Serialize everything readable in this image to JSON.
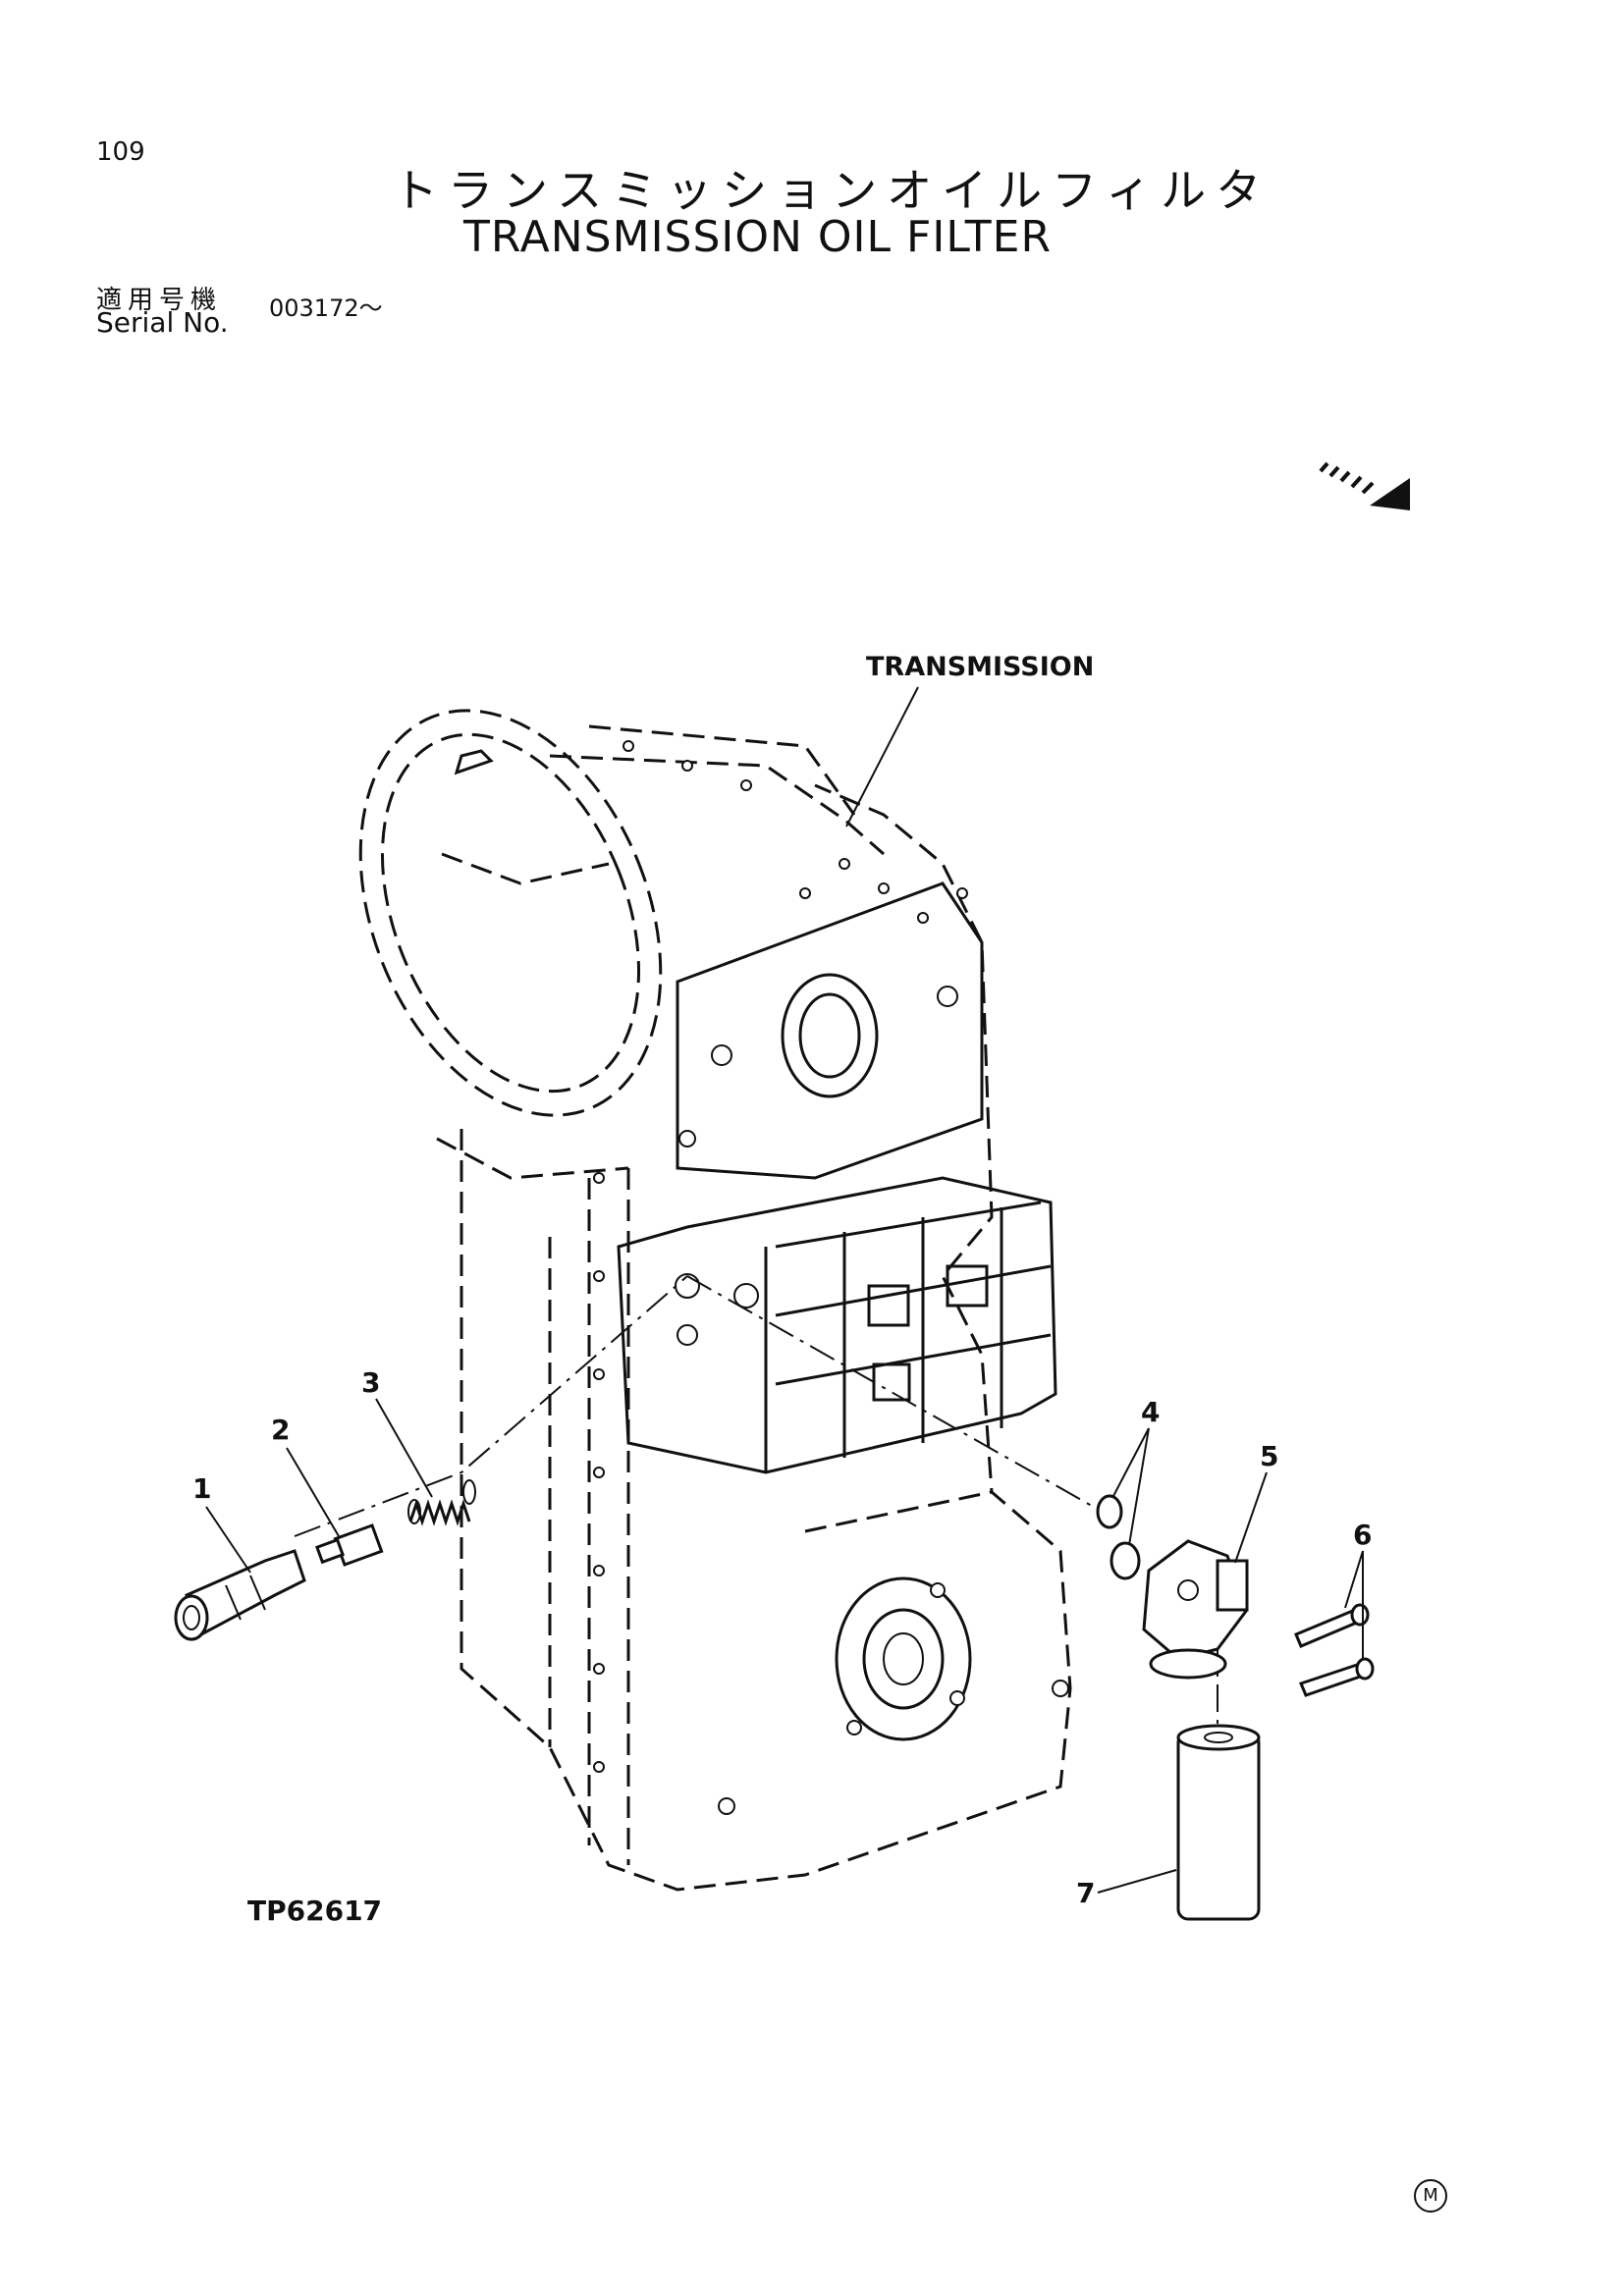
{
  "header": {
    "page_number": "109",
    "title_jp": "トランスミッションオイルフィルタ",
    "title_en": "TRANSMISSION OIL FILTER"
  },
  "serial": {
    "label_jp": "適用号機",
    "label_en": "Serial No.",
    "value": "003172～"
  },
  "diagram": {
    "assembly_label": "TRANSMISSION",
    "drawing_code": "TP62617",
    "callouts": [
      "1",
      "2",
      "3",
      "4",
      "5",
      "6",
      "7"
    ]
  },
  "footer": {
    "mark": "M"
  }
}
